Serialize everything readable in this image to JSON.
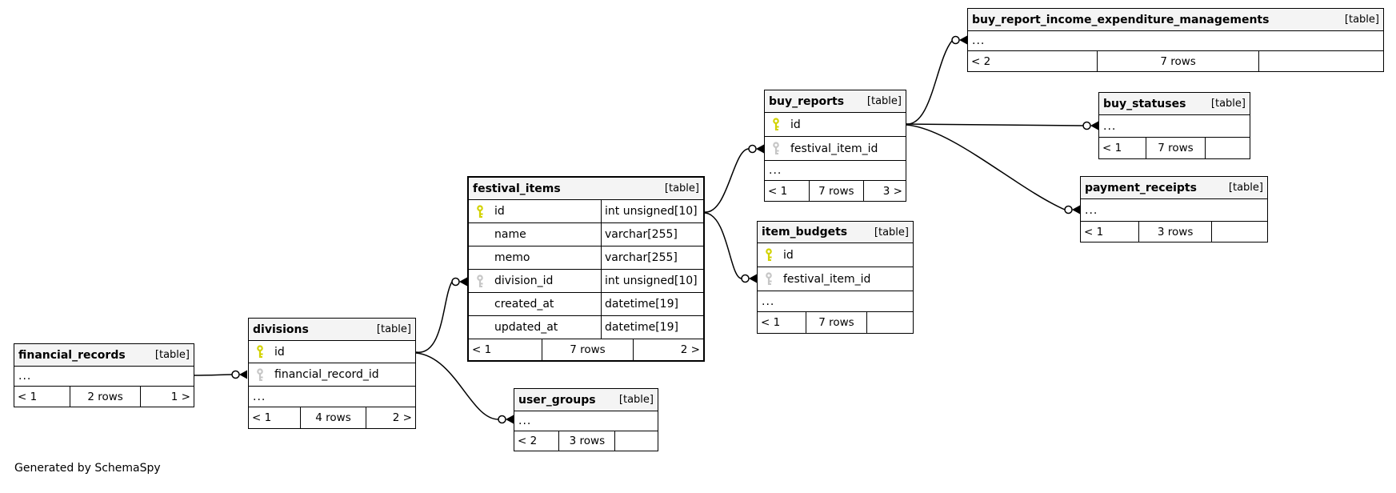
{
  "diagram": {
    "generated_by": "Generated by SchemaSpy",
    "ellipsis_label": "...",
    "colors": {
      "background": "#ffffff",
      "table_border": "#000000",
      "table_header_bg": "#f4f4f4",
      "primary_key_icon": "#d2d200",
      "foreign_key_icon": "#c6c6c6",
      "connector": "#000000"
    },
    "tables": [
      {
        "id": "financial_records",
        "name": "financial_records",
        "type_label": "[table]",
        "emphasized": false,
        "columns": [
          {
            "ellipsis": true
          }
        ],
        "footer": {
          "children": "< 1",
          "rows": "2 rows",
          "parents": "1 >"
        }
      },
      {
        "id": "divisions",
        "name": "divisions",
        "type_label": "[table]",
        "emphasized": false,
        "columns": [
          {
            "name": "id",
            "key": "pk"
          },
          {
            "name": "financial_record_id",
            "key": "fk"
          },
          {
            "ellipsis": true
          }
        ],
        "footer": {
          "children": "< 1",
          "rows": "4 rows",
          "parents": "2 >"
        }
      },
      {
        "id": "festival_items",
        "name": "festival_items",
        "type_label": "[table]",
        "emphasized": true,
        "columns": [
          {
            "name": "id",
            "key": "pk",
            "type": "int unsigned[10]"
          },
          {
            "name": "name",
            "type": "varchar[255]"
          },
          {
            "name": "memo",
            "type": "varchar[255]"
          },
          {
            "name": "division_id",
            "key": "fk",
            "type": "int unsigned[10]"
          },
          {
            "name": "created_at",
            "type": "datetime[19]"
          },
          {
            "name": "updated_at",
            "type": "datetime[19]"
          }
        ],
        "footer": {
          "children": "< 1",
          "rows": "7 rows",
          "parents": "2 >"
        }
      },
      {
        "id": "user_groups",
        "name": "user_groups",
        "type_label": "[table]",
        "emphasized": false,
        "columns": [
          {
            "ellipsis": true
          }
        ],
        "footer": {
          "children": "< 2",
          "rows": "3 rows",
          "parents": ""
        }
      },
      {
        "id": "item_budgets",
        "name": "item_budgets",
        "type_label": "[table]",
        "emphasized": false,
        "columns": [
          {
            "name": "id",
            "key": "pk"
          },
          {
            "name": "festival_item_id",
            "key": "fk"
          },
          {
            "ellipsis": true
          }
        ],
        "footer": {
          "children": "< 1",
          "rows": "7 rows",
          "parents": ""
        }
      },
      {
        "id": "buy_reports",
        "name": "buy_reports",
        "type_label": "[table]",
        "emphasized": false,
        "columns": [
          {
            "name": "id",
            "key": "pk"
          },
          {
            "name": "festival_item_id",
            "key": "fk"
          },
          {
            "ellipsis": true
          }
        ],
        "footer": {
          "children": "< 1",
          "rows": "7 rows",
          "parents": "3 >"
        }
      },
      {
        "id": "buy_report_income_expenditure_managements",
        "name": "buy_report_income_expenditure_managements",
        "type_label": "[table]",
        "emphasized": false,
        "columns": [
          {
            "ellipsis": true
          }
        ],
        "footer": {
          "children": "< 2",
          "rows": "7 rows",
          "parents": ""
        }
      },
      {
        "id": "buy_statuses",
        "name": "buy_statuses",
        "type_label": "[table]",
        "emphasized": false,
        "columns": [
          {
            "ellipsis": true
          }
        ],
        "footer": {
          "children": "< 1",
          "rows": "7 rows",
          "parents": ""
        }
      },
      {
        "id": "payment_receipts",
        "name": "payment_receipts",
        "type_label": "[table]",
        "emphasized": false,
        "columns": [
          {
            "ellipsis": true
          }
        ],
        "footer": {
          "children": "< 1",
          "rows": "3 rows",
          "parents": ""
        }
      }
    ],
    "relationships": [
      {
        "parent": "financial_records",
        "child": "divisions",
        "child_column": "financial_record_id"
      },
      {
        "parent": "divisions",
        "child": "festival_items",
        "child_column": "division_id"
      },
      {
        "parent": "divisions",
        "child": "user_groups"
      },
      {
        "parent": "festival_items",
        "child": "buy_reports",
        "child_column": "festival_item_id"
      },
      {
        "parent": "festival_items",
        "child": "item_budgets",
        "child_column": "festival_item_id"
      },
      {
        "parent": "buy_reports",
        "child": "buy_report_income_expenditure_managements"
      },
      {
        "parent": "buy_reports",
        "child": "buy_statuses"
      },
      {
        "parent": "buy_reports",
        "child": "payment_receipts"
      }
    ]
  }
}
